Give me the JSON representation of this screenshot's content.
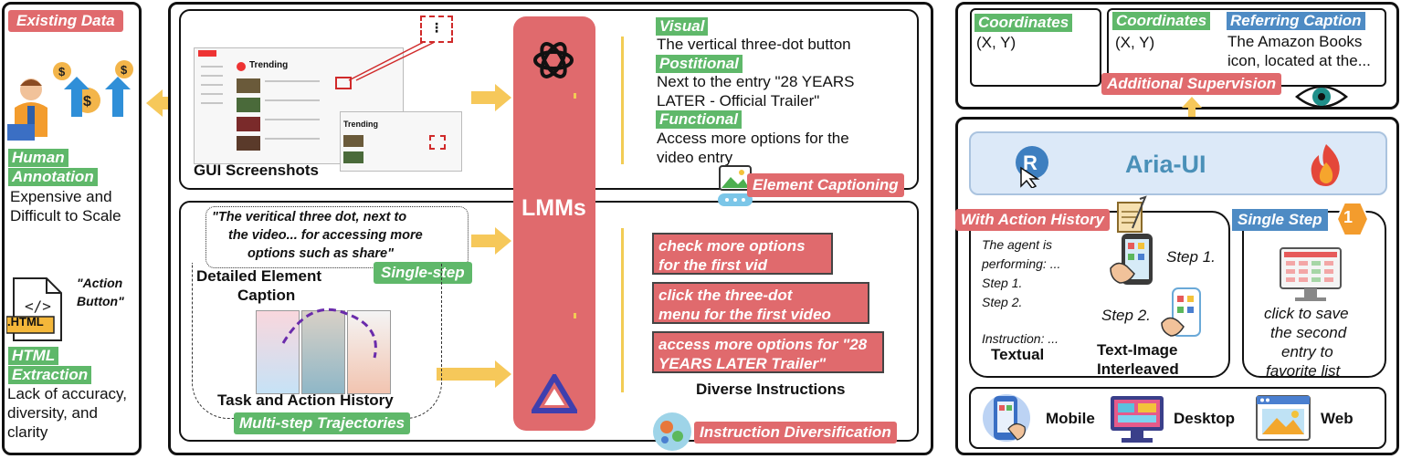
{
  "left": {
    "existing_data": "Existing Data",
    "human_line1": "Human",
    "human_line2": "Annotation",
    "human_desc1": "Expensive and",
    "human_desc2": "Difficult to Scale",
    "action_button": "\"Action Button\"",
    "html_badge": ".HTML",
    "html_line1": "HTML",
    "html_line2": "Extraction",
    "html_desc1": "Lack of accuracy,",
    "html_desc2": "diversity, and",
    "html_desc3": "clarity"
  },
  "middle": {
    "gui_screenshots": "GUI Screenshots",
    "yt_trending": "Trending",
    "yt_trending2": "Trending",
    "lmms": "LMMs",
    "visual_tag": "Visual",
    "visual_text": "The vertical three-dot button",
    "positional_tag": "Postitional",
    "positional_text1": "Next to the entry \"28 YEARS",
    "positional_text2": "LATER - Official Trailer\"",
    "functional_tag": "Functional",
    "functional_text1": "Access more options for the",
    "functional_text2": "video entry",
    "element_captioning": "Element Captioning",
    "quote1": "\"The veritical three dot, next to",
    "quote2": "the video... for accessing more",
    "quote3": "options such as share\"",
    "single_step": "Single-step",
    "detailed1": "Detailed Element",
    "detailed2": "Caption",
    "task_history": "Task and Action History",
    "multi_step": "Multi-step Trajectories",
    "instr1_l1": "check more options",
    "instr1_l2": "for the first vid",
    "instr2_l1": "click the three-dot",
    "instr2_l2": "menu for the first video",
    "instr3_l1": "access more options for \"28",
    "instr3_l2": "YEARS LATER Trailer\"",
    "diverse_instructions": "Diverse Instructions",
    "instruction_diversification": "Instruction Diversification"
  },
  "right": {
    "coord1_tag": "Coordinates",
    "coord1_val": "(X, Y)",
    "coord2_tag": "Coordinates",
    "coord2_val": "(X, Y)",
    "ref_tag": "Referring Caption",
    "ref_text1": "The Amazon Books",
    "ref_text2": "icon, located at the...",
    "additional_supervision": "Additional Supervision",
    "aria_ui": "Aria-UI",
    "with_action_history": "With Action History",
    "single_step": "Single Step",
    "step_num": "1",
    "hist1": "The agent is",
    "hist2": "performing: ...",
    "hist3": "Step 1.",
    "hist4": "Step 2.",
    "hist5": "Instruction: ...",
    "textual": "Textual",
    "step1": "Step 1.",
    "step2": "Step 2.",
    "interleaved1": "Text-Image",
    "interleaved2": "Interleaved",
    "single_desc1": "click to save",
    "single_desc2": "the second",
    "single_desc3": "entry to",
    "single_desc4": "favorite list",
    "mobile": "Mobile",
    "desktop": "Desktop",
    "web": "Web"
  },
  "colors": {
    "red": "#e06a6d",
    "green": "#5fb86a",
    "arrow": "#f6c85a",
    "aria_bg": "#dce9f8",
    "aria_text": "#4a90b8"
  }
}
